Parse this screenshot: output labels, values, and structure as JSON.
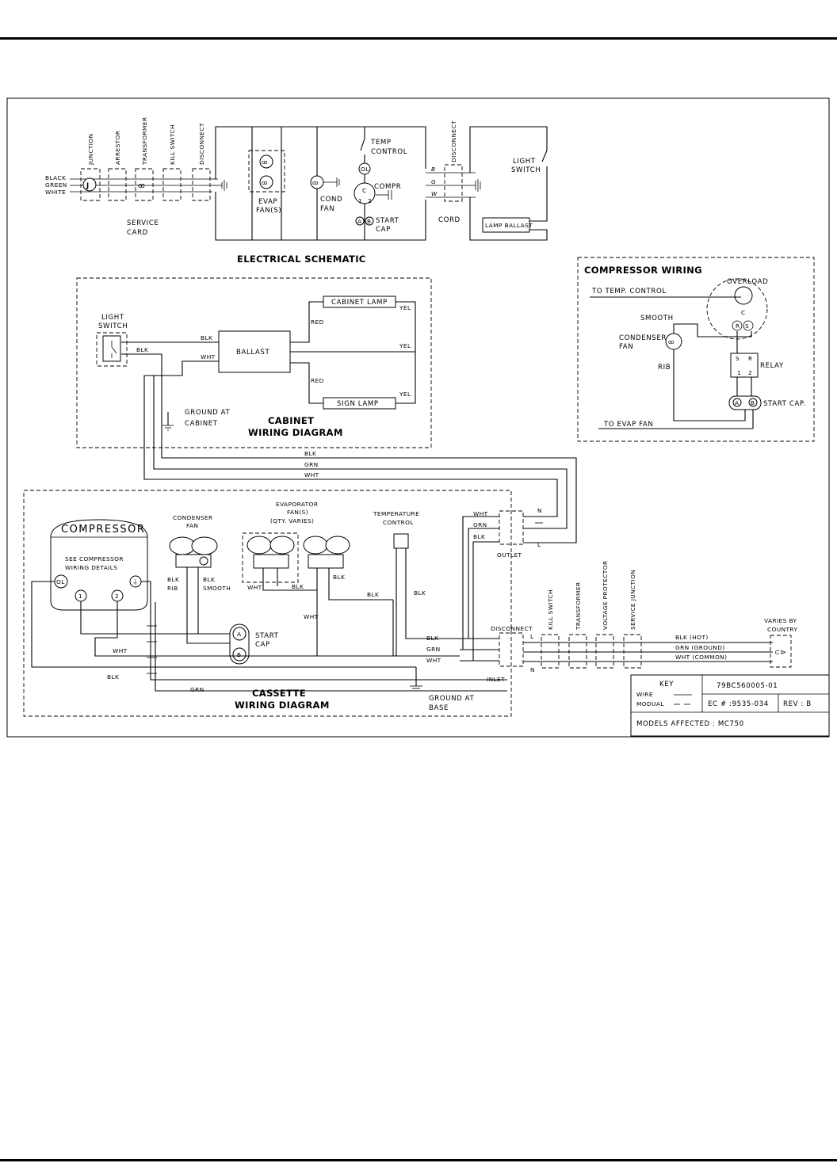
{
  "schematic": {
    "title": "ELECTRICAL SCHEMATIC",
    "wires_left": [
      "BLACK",
      "GREEN",
      "WHITE"
    ],
    "vertical_labels": [
      "JUNCTION",
      "ARRESTOR",
      "TRANSFORMER",
      "KILL SWITCH",
      "DISCONNECT"
    ],
    "disconnect_right": "DISCONNECT",
    "junction_symbol": "J",
    "service_card": [
      "SERVICE",
      "CARD"
    ],
    "evap_fans": [
      "EVAP",
      "FAN(S)"
    ],
    "cond_fan": [
      "COND",
      "FAN"
    ],
    "temp_control": [
      "TEMP",
      "CONTROL"
    ],
    "overload": "OL",
    "compr": "COMPR",
    "compr_c": "C",
    "compr_pins": [
      "1",
      "2"
    ],
    "start_pins": [
      "A",
      "B"
    ],
    "start_cap": [
      "START",
      "CAP"
    ],
    "cord": "CORD",
    "cord_letters": [
      "B",
      "G",
      "W"
    ],
    "light_switch": [
      "LIGHT",
      "SWITCH"
    ],
    "lamp_ballast": "LAMP BALLAST"
  },
  "cabinet": {
    "title": [
      "CABINET",
      "WIRING DIAGRAM"
    ],
    "light_switch": [
      "LIGHT",
      "SWITCH"
    ],
    "ballast": "BALLAST",
    "cabinet_lamp": "CABINET LAMP",
    "sign_lamp": "SIGN LAMP",
    "wire_blk": "BLK",
    "wire_wht": "WHT",
    "wire_red": "RED",
    "wire_yel": "YEL",
    "ground": [
      "GROUND AT",
      "CABINET"
    ]
  },
  "compressor_wiring": {
    "title": "COMPRESSOR WIRING",
    "to_temp_control": "TO TEMP. CONTROL",
    "overload": "OVERLOAD",
    "c": "C",
    "r": "R",
    "s": "S",
    "smooth": "SMOOTH",
    "condenser_fan": [
      "CONDENSER",
      "FAN"
    ],
    "rib": "RIB",
    "relay": "RELAY",
    "relay_top": [
      "S",
      "R"
    ],
    "relay_bottom": [
      "1",
      "2"
    ],
    "start_cap": "START CAP.",
    "start_pins": [
      "A",
      "B"
    ],
    "to_evap_fan": "TO EVAP FAN"
  },
  "interconnect": {
    "wires": [
      "BLK",
      "GRN",
      "WHT"
    ]
  },
  "cassette": {
    "title": [
      "CASSETTE",
      "WIRING DIAGRAM"
    ],
    "compressor": "COMPRESSOR",
    "see_details": [
      "SEE COMPRESSOR",
      "WIRING DETAILS"
    ],
    "ol": "OL",
    "pin1": "1",
    "pin2": "2",
    "condenser_fan": [
      "CONDENSER",
      "FAN"
    ],
    "blk_rib": [
      "BLK",
      "RIB"
    ],
    "blk_smooth": [
      "BLK",
      "SMOOTH"
    ],
    "evap_fans": [
      "EVAPORATOR",
      "FAN(S)",
      "(QTY. VARIES)"
    ],
    "temp_control": [
      "TEMPERATURE",
      "CONTROL"
    ],
    "start_cap": [
      "START",
      "CAP"
    ],
    "start_pins": [
      "A",
      "B"
    ],
    "wht": "WHT",
    "blk": "BLK",
    "grn": "GRN",
    "outlet": "OUTLET",
    "outlet_wires": [
      "WHT",
      "GRN",
      "BLK"
    ],
    "n": "N",
    "l": "L",
    "inlet": "INLET",
    "disconnect": "DISCONNECT",
    "inlet_wires": [
      "BLK",
      "GRN",
      "WHT"
    ],
    "ground": [
      "GROUND AT",
      "BASE"
    ],
    "service_items": [
      "KILL SWITCH",
      "TRANSFORMER",
      "VOLTAGE PROTECTOR",
      "SERVICE JUNCTION"
    ],
    "power_wires": [
      "BLK (HOT)",
      "GRN (GROUND)",
      "WHT (COMMON)"
    ],
    "varies": [
      "VARIES BY",
      "COUNTRY"
    ]
  },
  "key": {
    "title": "KEY",
    "wire": "WIRE",
    "modual": "MODUAL",
    "drawing_no": "79BC560005-01",
    "ec": "EC # :9535-034",
    "rev": "REV : B",
    "models": "MODELS AFFECTED : MC750"
  }
}
